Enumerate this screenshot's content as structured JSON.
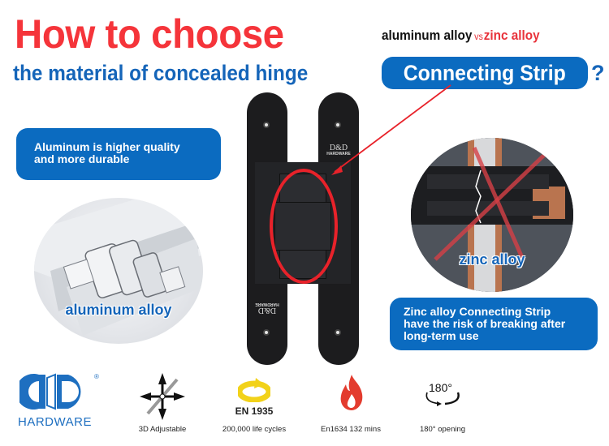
{
  "header": {
    "title": "How to choose",
    "comparison": {
      "left": "aluminum alloy",
      "vs": "vs",
      "right": "zinc alloy"
    },
    "subtitle": "the material of concealed hinge",
    "highlight": "Connecting Strip",
    "question_mark": "?"
  },
  "left_panel": {
    "callout_line1": "Aluminum is higher quality",
    "callout_line2": "and more durable",
    "image_label": "aluminum alloy"
  },
  "center_product": {
    "brand_top": "D&D",
    "brand_sub": "HARDWARE",
    "brand_bottom": "D&D",
    "brand_bottom_sub": "HARDWARE"
  },
  "right_panel": {
    "image_label": "zinc alloy",
    "callout_line1": "Zinc alloy Connecting Strip",
    "callout_line2": "have the risk of breaking after",
    "callout_line3": "long-term use"
  },
  "footer": {
    "brand": {
      "name": "HARDWARE",
      "registered": "®"
    },
    "features": [
      {
        "icon": "3d-adjust-arrows-icon",
        "label": "3D Adjustable"
      },
      {
        "icon": "cycle-arrow-icon",
        "title": "EN 1935",
        "label": "200,000 life cycles"
      },
      {
        "icon": "flame-icon",
        "label": "En1634 132 mins"
      },
      {
        "icon": "rotate-180-icon",
        "title": "180°",
        "label": "180° opening"
      }
    ]
  },
  "colors": {
    "title_red": "#f5343a",
    "brand_blue": "#0b6bc0",
    "subtitle_blue": "#1565b9",
    "hinge_black": "#1c1c1e",
    "highlight_red": "#e8222a",
    "cycle_yellow": "#f2d21a"
  }
}
